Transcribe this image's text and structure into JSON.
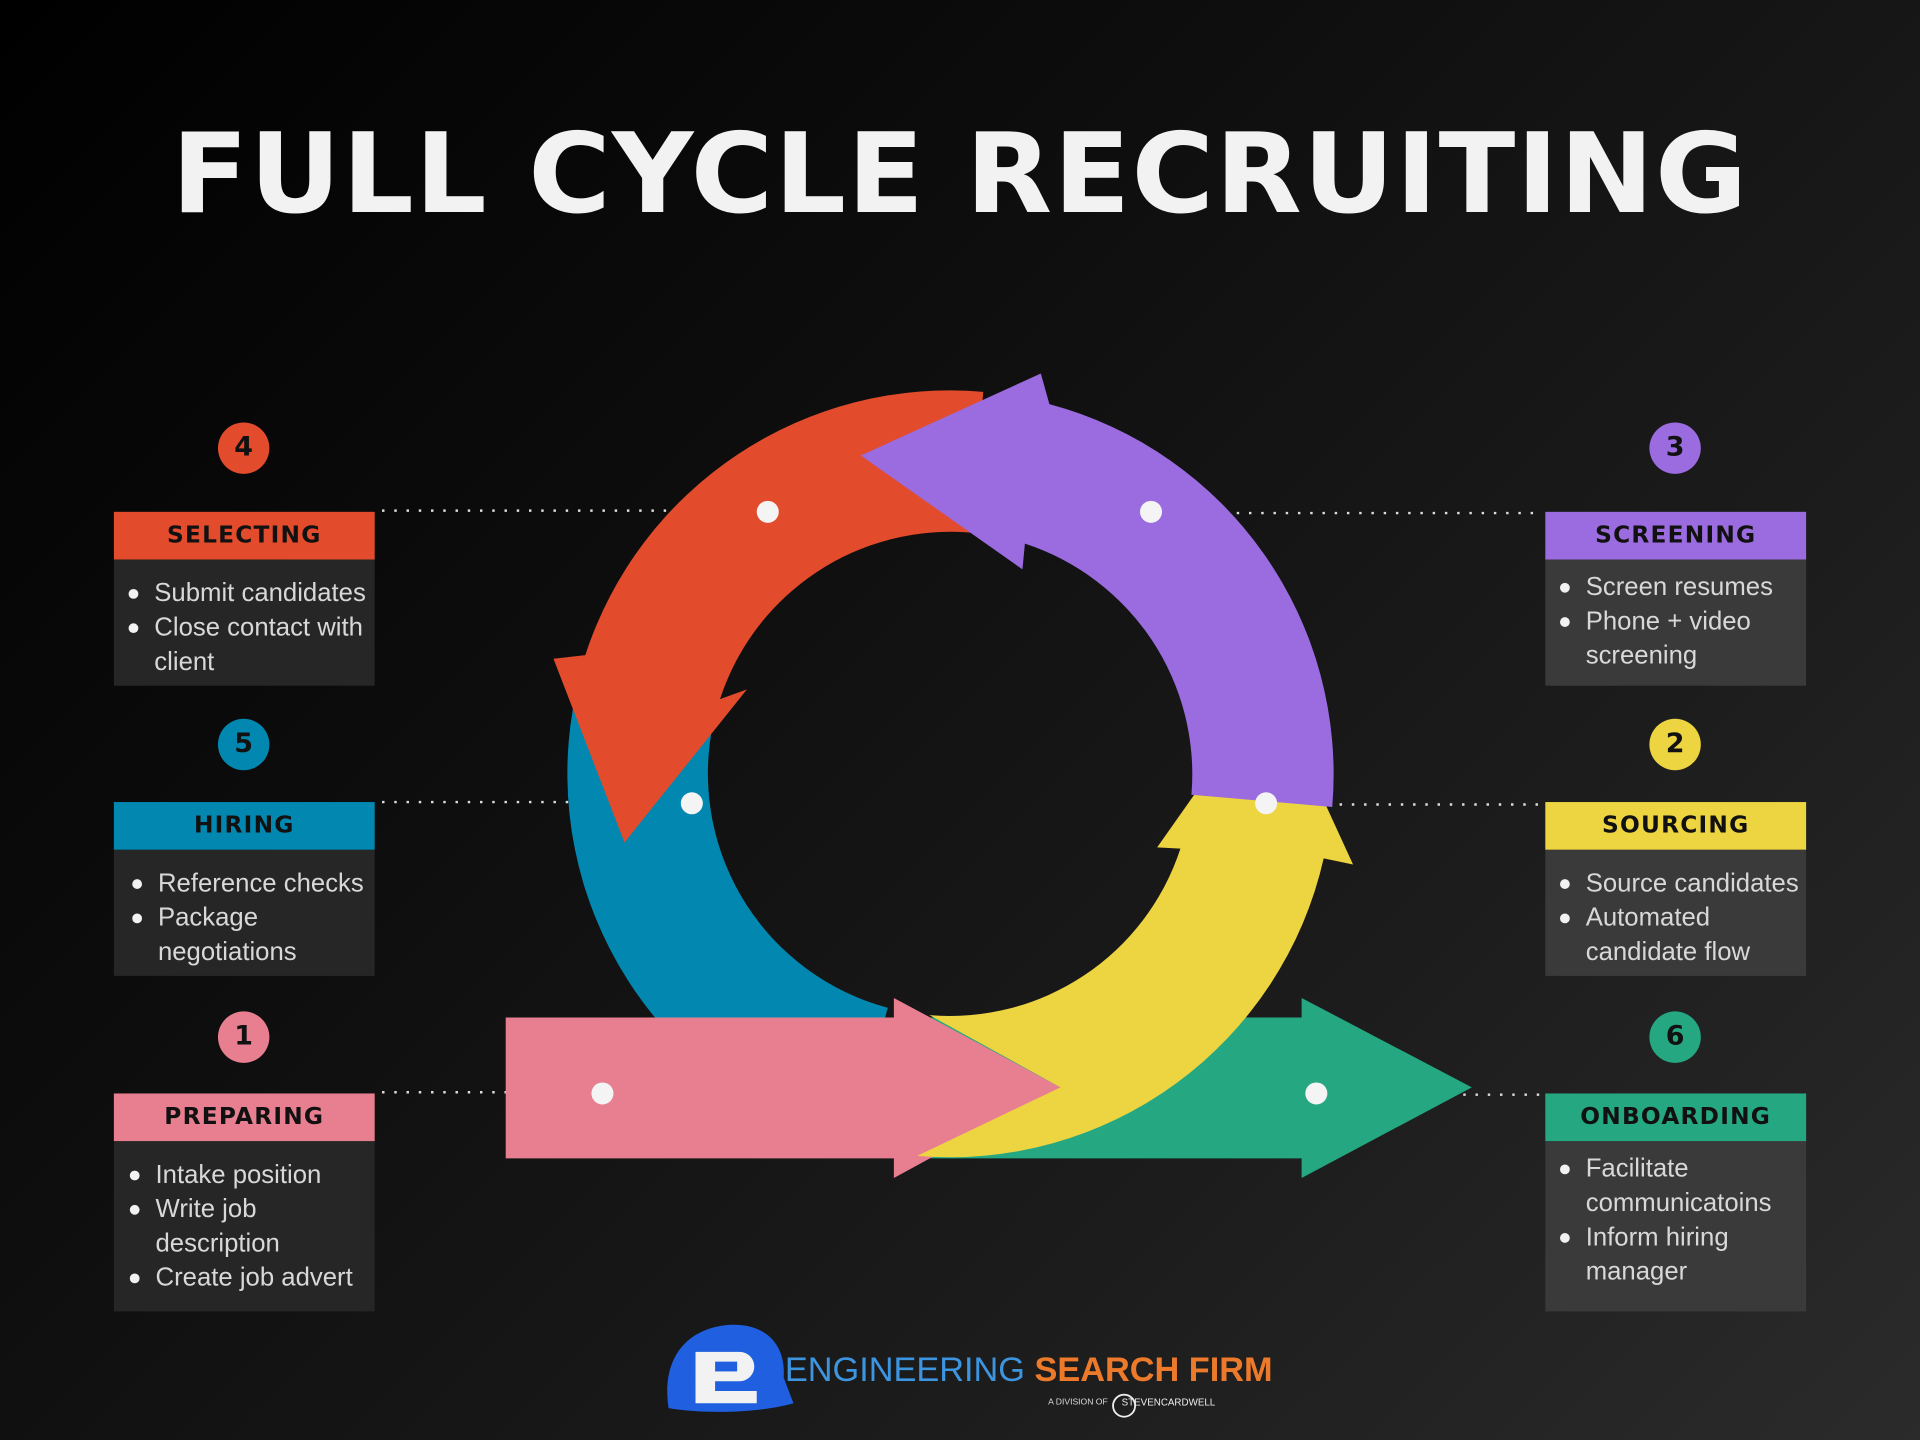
{
  "title": "FULL CYCLE RECRUITING",
  "colors": {
    "preparing": "#e87f91",
    "sourcing": "#edd441",
    "screening": "#9b6be0",
    "selecting": "#e24b2b",
    "hiring": "#0288b0",
    "onboarding": "#25a882"
  },
  "steps": [
    {
      "number": "1",
      "name": "PREPARING",
      "items": [
        "Intake position",
        "Write job description",
        "Create job advert"
      ]
    },
    {
      "number": "2",
      "name": "SOURCING",
      "items": [
        "Source candidates",
        "Automated candidate flow"
      ]
    },
    {
      "number": "3",
      "name": "SCREENING",
      "items": [
        "Screen resumes",
        "Phone + video screening"
      ]
    },
    {
      "number": "4",
      "name": "SELECTING",
      "items": [
        "Submit candidates",
        "Close contact with client"
      ]
    },
    {
      "number": "5",
      "name": "HIRING",
      "items": [
        "Reference checks",
        "Package negotiations"
      ]
    },
    {
      "number": "6",
      "name": "ONBOARDING",
      "items": [
        "Facilitate communicatoins",
        "Inform hiring manager"
      ]
    }
  ],
  "logo": {
    "part1": "ENGINEERING",
    "part2": "SEARCH FIRM",
    "division": "A DIVISION OF",
    "parent": "STEVENCARDWELL"
  }
}
